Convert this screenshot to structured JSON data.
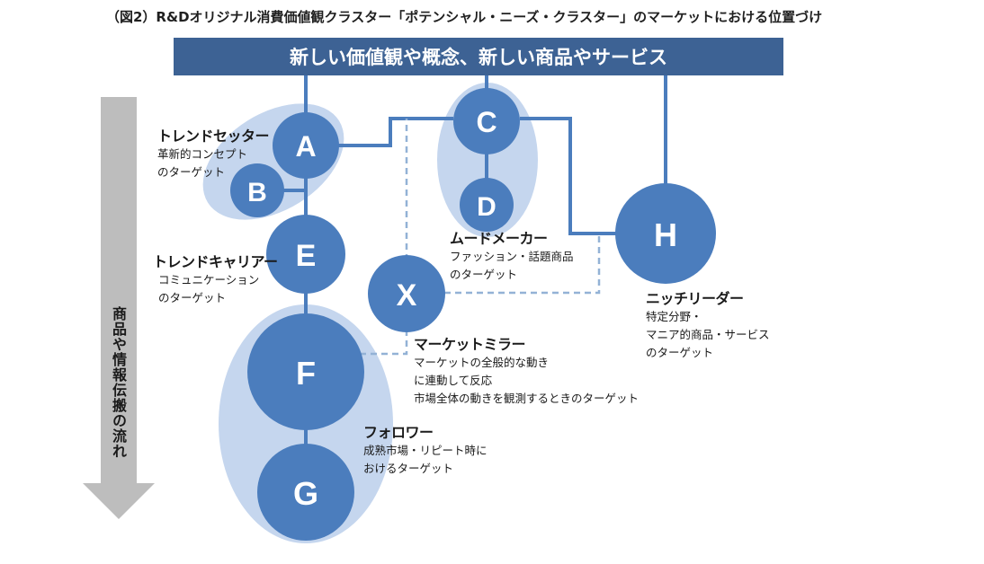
{
  "title": "（図2）R&Dオリジナル消費価値観クラスター「ポテンシャル・ニーズ・クラスター」のマーケットにおける位置づけ",
  "banner": "新しい価値観や概念、新しい商品やサービス",
  "flow_arrow_text": "商品や情報伝搬の流れ",
  "colors": {
    "banner": "#3d6294",
    "node": "#4b7dbd",
    "halo": "#c5d6ee",
    "dashed": "#93b2d6",
    "arrow": "#bdbdbd"
  },
  "nodes": {
    "a": "A",
    "b": "B",
    "c": "C",
    "d": "D",
    "e": "E",
    "f": "F",
    "g": "G",
    "h": "H",
    "x": "X"
  },
  "labels": {
    "trend_setter": {
      "head": "トレンドセッター",
      "line1": "革新的コンセプト",
      "line2": "のターゲット"
    },
    "trend_carrier": {
      "head": "トレンドキャリアー",
      "line1": "コミュニケーション",
      "line2": "のターゲット"
    },
    "mood_maker": {
      "head": "ムードメーカー",
      "line1": "ファッション・話題商品",
      "line2": "のターゲット"
    },
    "niche_leader": {
      "head": "ニッチリーダー",
      "line1": "特定分野・",
      "line2": "マニア的商品・サービス",
      "line3": "のターゲット"
    },
    "market_mirror": {
      "head": "マーケットミラー",
      "line1": "マーケットの全般的な動き",
      "line2": "に連動して反応",
      "line3": "市場全体の動きを観測するときのターゲット"
    },
    "follower": {
      "head": "フォロワー",
      "line1": "成熟市場・リピート時に",
      "line2": "おけるターゲット"
    }
  }
}
